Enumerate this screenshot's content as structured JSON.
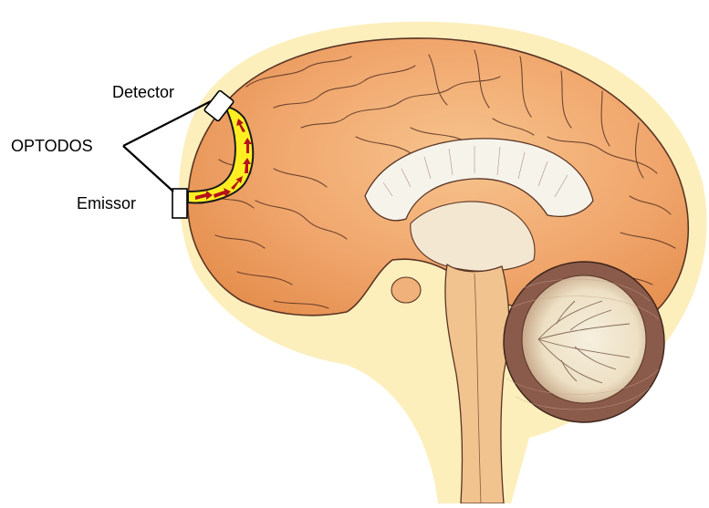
{
  "labels": {
    "detector": "Detector",
    "optodes": "OPTODOS",
    "emitter": "Emissor"
  },
  "colors": {
    "background_wash": "#fbe9a6",
    "cortex": "#f0a66c",
    "cortex_light": "#f7c48e",
    "cortex_shadow": "#d98245",
    "outline": "#4a2d22",
    "white_matter": "#f6f3ea",
    "brainstem": "#f1c38e",
    "cerebellum_outer": "#8a5a4a",
    "cerebellum_inner": "#f4eedc",
    "light_path": "#ffef22",
    "arrow": "#b3131a",
    "optode_fill": "#ffffff",
    "optode_stroke": "#000000"
  },
  "icons": {
    "detector_optode": "white-rectangle-sensor",
    "emitter_optode": "white-rectangle-sensor",
    "light_arrows": "red-arrows"
  }
}
